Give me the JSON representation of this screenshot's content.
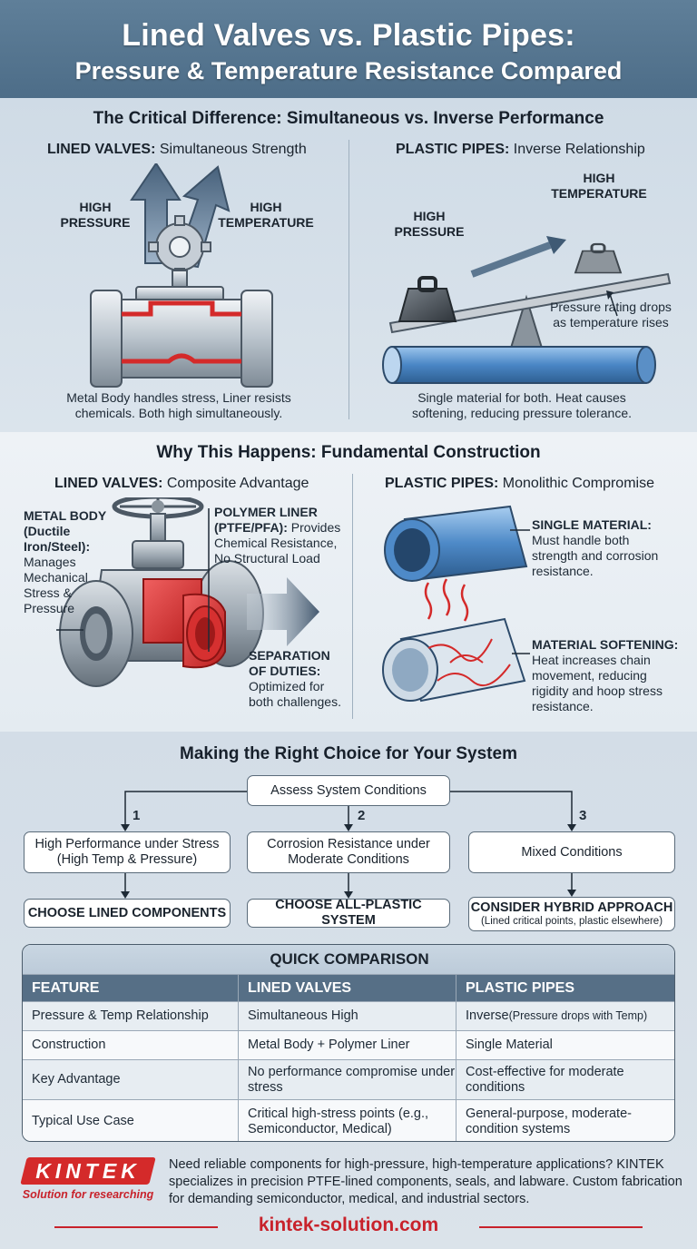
{
  "header": {
    "title_line1": "Lined Valves vs. Plastic Pipes:",
    "title_line2": "Pressure & Temperature Resistance Compared"
  },
  "section1": {
    "title": "The Critical Difference: Simultaneous vs. Inverse Performance",
    "left": {
      "heading_bold": "LINED VALVES:",
      "heading_rest": " Simultaneous Strength",
      "label_pressure": "HIGH\nPRESSURE",
      "label_temperature": "HIGH\nTEMPERATURE",
      "caption": "Metal Body handles stress, Liner resists chemicals. Both high simultaneously."
    },
    "right": {
      "heading_bold": "PLASTIC PIPES:",
      "heading_rest": " Inverse Relationship",
      "label_pressure": "HIGH\nPRESSURE",
      "label_temperature": "HIGH\nTEMPERATURE",
      "annotation": "Pressure rating drops as temperature rises",
      "caption": "Single material for both. Heat causes softening, reducing pressure tolerance."
    }
  },
  "section2": {
    "title": "Why This Happens: Fundamental Construction",
    "left": {
      "heading_bold": "LINED VALVES:",
      "heading_rest": " Composite Advantage",
      "metal_title": "METAL BODY (Ductile Iron/Steel):",
      "metal_text": "Manages Mechanical Stress & Pressure",
      "liner_title": "POLYMER LINER (PTFE/PFA):",
      "liner_text": "Provides Chemical Resistance, No Structural Load",
      "sep_title": "SEPARATION OF DUTIES:",
      "sep_text": "Optimized for both challenges."
    },
    "right": {
      "heading_bold": "PLASTIC PIPES:",
      "heading_rest": " Monolithic Compromise",
      "single_title": "SINGLE MATERIAL:",
      "single_text": "Must handle both strength and corrosion resistance.",
      "soft_title": "MATERIAL SOFTENING:",
      "soft_text": "Heat increases chain movement, reducing rigidity and hoop stress resistance."
    }
  },
  "section3": {
    "title": "Making the Right Choice for Your System",
    "root": "Assess System Conditions",
    "steps": [
      {
        "num": "1",
        "condition": "High Performance under Stress (High Temp & Pressure)",
        "choice": "CHOOSE LINED COMPONENTS",
        "choice_sub": ""
      },
      {
        "num": "2",
        "condition": "Corrosion Resistance under Moderate Conditions",
        "choice": "CHOOSE ALL-PLASTIC SYSTEM",
        "choice_sub": ""
      },
      {
        "num": "3",
        "condition": "Mixed Conditions",
        "choice": "CONSIDER HYBRID APPROACH",
        "choice_sub": "(Lined critical points, plastic elsewhere)"
      }
    ]
  },
  "table": {
    "title": "QUICK COMPARISON",
    "columns": [
      "FEATURE",
      "LINED VALVES",
      "PLASTIC PIPES"
    ],
    "rows": [
      {
        "feature": "Pressure & Temp Relationship",
        "lined": "Simultaneous High",
        "plastic": "Inverse",
        "plastic_note": " (Pressure drops with Temp)"
      },
      {
        "feature": "Construction",
        "lined": "Metal Body + Polymer Liner",
        "plastic": "Single Material",
        "plastic_note": ""
      },
      {
        "feature": "Key Advantage",
        "lined": "No performance compromise under stress",
        "plastic": "Cost-effective for moderate conditions",
        "plastic_note": ""
      },
      {
        "feature": "Typical Use Case",
        "lined": "Critical high-stress points (e.g., Semiconductor, Medical)",
        "plastic": "General-purpose, moderate-condition systems",
        "plastic_note": ""
      }
    ]
  },
  "footer": {
    "logo_text": "KINTEK",
    "logo_tagline": "Solution for researching",
    "text": "Need reliable components for high-pressure, high-temperature applications? KINTEK specializes in precision PTFE-lined components, seals, and labware. Custom fabrication for demanding semiconductor, medical, and industrial sectors.",
    "website": "kintek-solution.com"
  },
  "colors": {
    "header": "#56768f",
    "accent_red": "#d42a2a",
    "pipe_blue": "#4a86c5",
    "table_header": "#566f86"
  }
}
